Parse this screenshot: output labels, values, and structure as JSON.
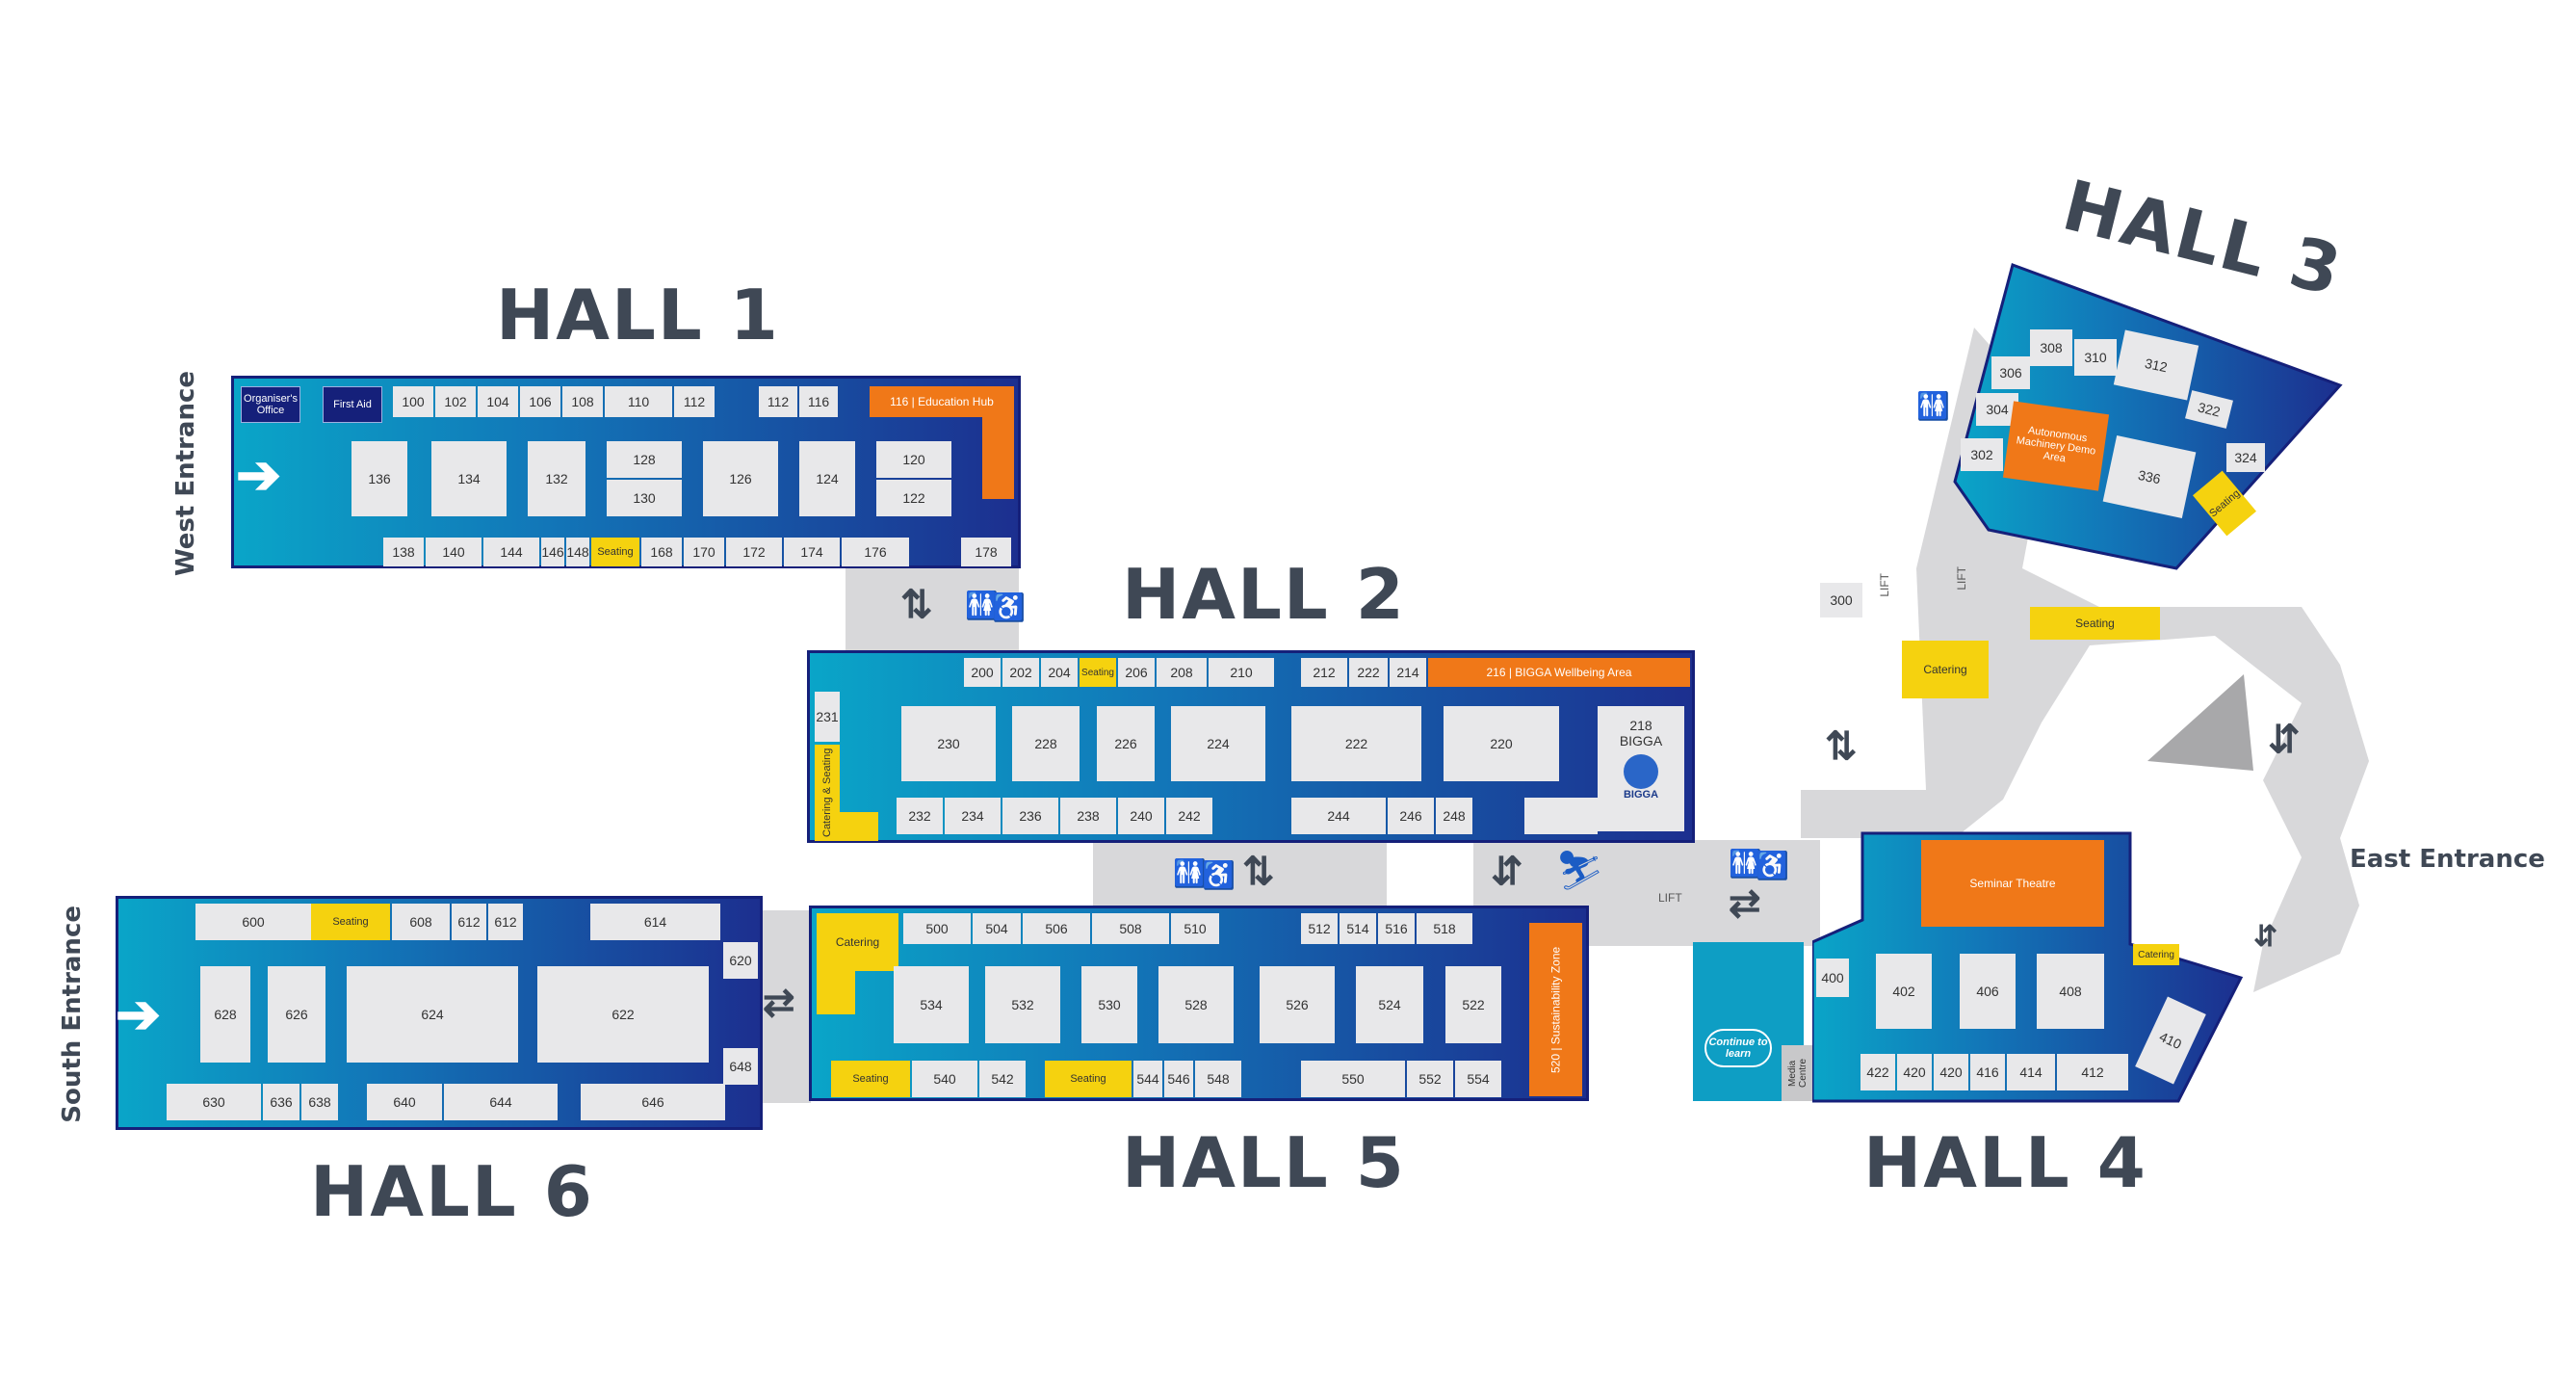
{
  "halls": {
    "hall1": "HALL 1",
    "hall2": "HALL 2",
    "hall3": "HALL 3",
    "hall4": "HALL 4",
    "hall5": "HALL 5",
    "hall6": "HALL 6"
  },
  "entrances": {
    "west": "West Entrance",
    "south": "South Entrance",
    "east": "East Entrance"
  },
  "hall1": {
    "organisers_office": "Organiser's Office",
    "first_aid": "First Aid",
    "education_hub": "116 | Education Hub",
    "seating": "Seating",
    "top": [
      "100",
      "102",
      "104",
      "106",
      "108",
      "110",
      "112",
      "112",
      "116"
    ],
    "mid": [
      "136",
      "134",
      "132",
      "128",
      "130",
      "126",
      "124",
      "120",
      "122"
    ],
    "bottom": [
      "138",
      "140",
      "144",
      "146",
      "148",
      "168",
      "170",
      "172",
      "174",
      "176",
      "178"
    ]
  },
  "hall2": {
    "wellbeing": "216 | BIGGA Wellbeing Area",
    "catering_seating": "Catering & Seating",
    "seating": "Seating",
    "bigga_booth": "218 BIGGA",
    "bigga_logo": "BIGGA",
    "top": [
      "200",
      "202",
      "204",
      "206",
      "208",
      "210",
      "212",
      "222",
      "214"
    ],
    "mid": [
      "230",
      "228",
      "226",
      "224",
      "222",
      "220"
    ],
    "bottom": [
      "232",
      "234",
      "236",
      "238",
      "240",
      "242",
      "244",
      "246",
      "248"
    ],
    "side": "231"
  },
  "hall3": {
    "demo_area": "Autonomous Machinery Demo Area",
    "seating": "Seating",
    "booths": [
      "308",
      "310",
      "312",
      "306",
      "304",
      "302",
      "322",
      "324",
      "336"
    ]
  },
  "corridor": {
    "b300": "300",
    "lift1": "LIFT",
    "lift2": "LIFT",
    "lift3": "LIFT",
    "catering": "Catering",
    "seating": "Seating"
  },
  "hall4": {
    "seminar": "Seminar Theatre",
    "catering": "Catering",
    "continue": "Continue to learn",
    "media": "Media Centre",
    "booths": [
      "400",
      "402",
      "406",
      "408",
      "410"
    ],
    "bottom": [
      "422",
      "420",
      "420",
      "416",
      "414",
      "412"
    ]
  },
  "hall5": {
    "catering": "Catering",
    "sustainability": "520 | Sustainability Zone",
    "seating1": "Seating",
    "seating2": "Seating",
    "top": [
      "500",
      "504",
      "506",
      "508",
      "510",
      "512",
      "514",
      "516",
      "518"
    ],
    "mid": [
      "534",
      "532",
      "530",
      "528",
      "526",
      "524",
      "522"
    ],
    "bottom": [
      "540",
      "542",
      "544",
      "546",
      "548",
      "550",
      "552",
      "554"
    ]
  },
  "hall6": {
    "seating": "Seating",
    "top": [
      "600",
      "608",
      "612",
      "612",
      "614"
    ],
    "mid": [
      "628",
      "626",
      "624",
      "622"
    ],
    "side": [
      "620",
      "648"
    ],
    "bottom": [
      "630",
      "636",
      "638",
      "640",
      "644",
      "646"
    ]
  },
  "icons": {
    "arrows": "up-down-arrows-icon",
    "toilets": "toilets-icon",
    "accessible": "wheelchair-icon",
    "escalator": "escalator-icon",
    "entrance_arrow": "right-arrow-icon"
  },
  "colors": {
    "hall_light": "#0aa5c8",
    "hall_dark": "#1c2f8f",
    "booth": "#e8e8ea",
    "feature_orange": "#f07818",
    "feature_yellow": "#f5d20f",
    "corridor": "#d8d8da",
    "title": "#3f4855"
  }
}
